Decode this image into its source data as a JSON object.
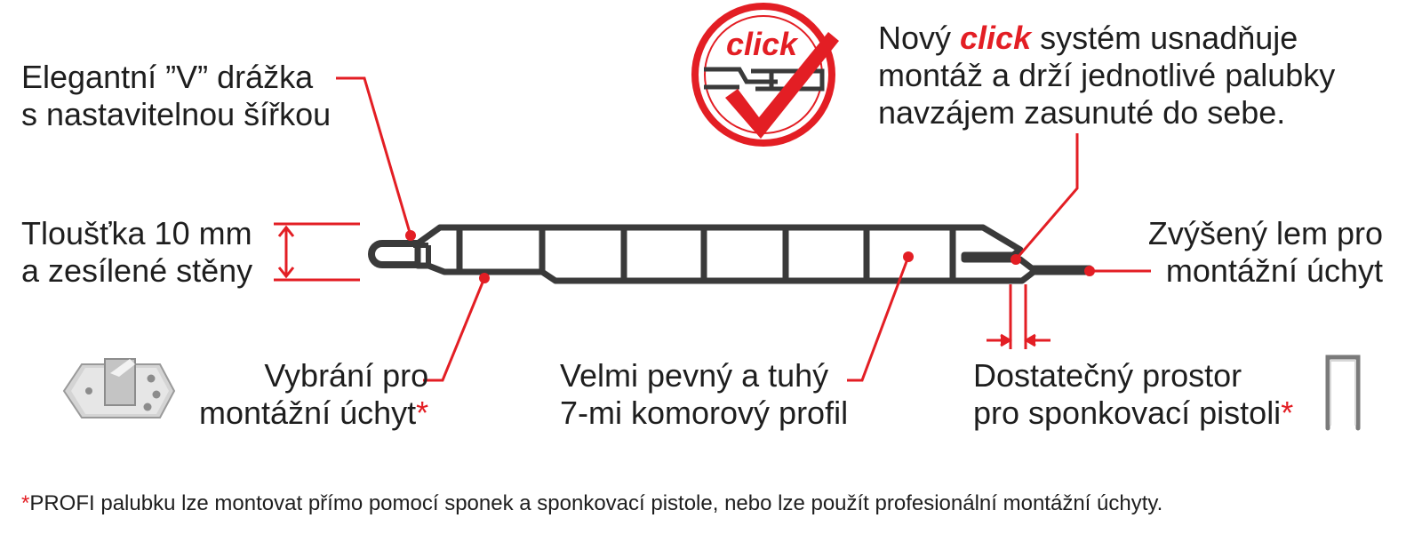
{
  "labels": {
    "v_groove": {
      "line1": "Elegantní ”V” drážka",
      "line2": "s nastavitelnou šířkou"
    },
    "thickness": {
      "line1": "Tloušťka 10 mm",
      "line2": "a zesílené stěny"
    },
    "click_system": {
      "prefix": "Nový ",
      "click_word": "click",
      "suffix": " systém usnadňuje",
      "line2": "montáž a drží jednotlivé palubky",
      "line3": "navzájem zasunuté do sebe."
    },
    "raised_edge": {
      "line1": "Zvýšený lem pro",
      "line2": "montážní úchyt"
    },
    "recess": {
      "line1": "Vybrání pro",
      "line2": "montážní úchyt",
      "asterisk": "*"
    },
    "rigid_profile": {
      "line1": "Velmi pevný a tuhý",
      "line2": "7-mi komorový profil"
    },
    "stapler_space": {
      "line1": "Dostatečný prostor",
      "line2": "pro sponkovací pistoli",
      "asterisk": "*"
    }
  },
  "badge": {
    "text": "click"
  },
  "footnote": {
    "asterisk": "*",
    "text": "PROFI palubku lze montovat přímo pomocí sponek a sponkovací pistole, nebo lze použít profesionální montážní úchyty."
  },
  "colors": {
    "accent": "#e31e24",
    "profile": "#3a3a3a",
    "text": "#1e1e1e"
  }
}
